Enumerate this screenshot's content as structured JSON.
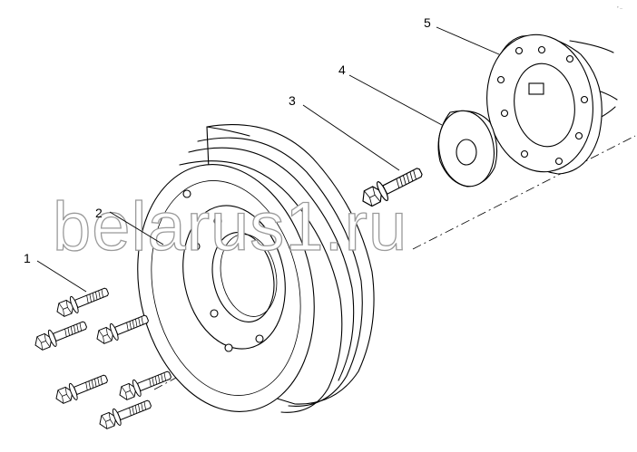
{
  "watermark": "belarus1.ru",
  "corner_code": "° ...",
  "callouts": {
    "c1": "1",
    "c2": "2",
    "c3": "3",
    "c4": "4",
    "c5": "5"
  }
}
